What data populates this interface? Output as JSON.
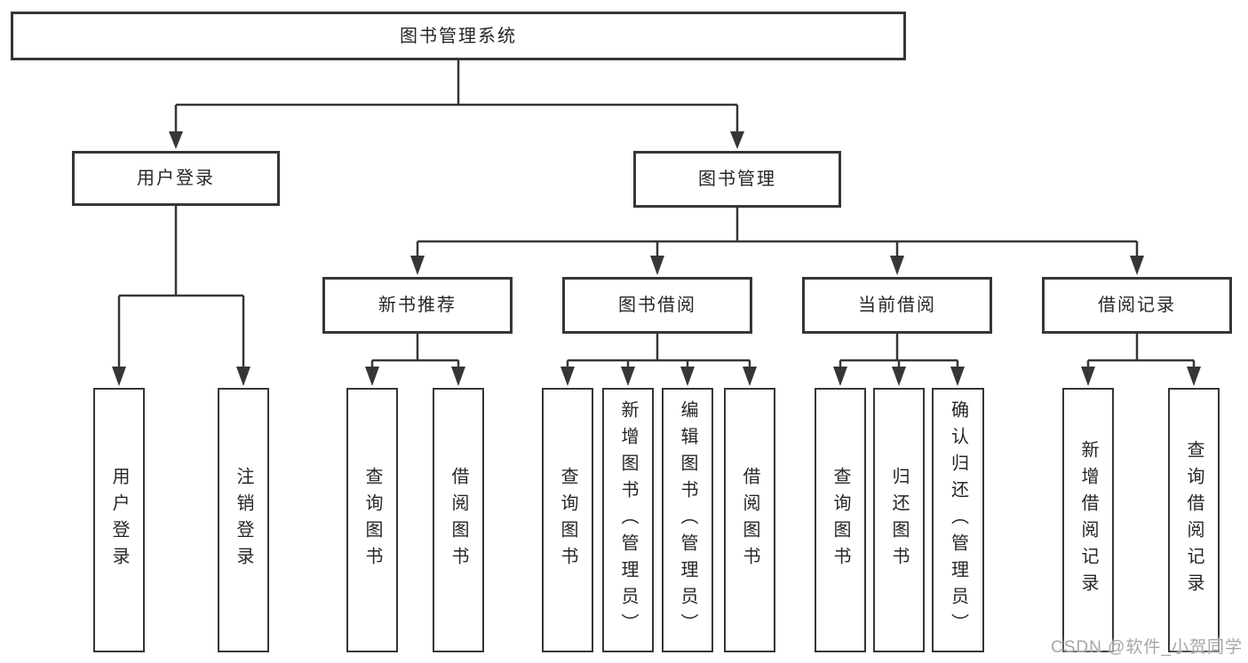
{
  "meta": {
    "background_color": "#ffffff",
    "line_color": "#363636",
    "box_border_color": "#363636",
    "text_color": "#262626",
    "watermark_color": "#a6a6a6"
  },
  "tree": {
    "root": {
      "label": "图书管理系统"
    },
    "branches": [
      {
        "label": "用户登录",
        "children": [
          {
            "label": "用户登录"
          },
          {
            "label": "注销登录"
          }
        ]
      },
      {
        "label": "图书管理",
        "children": [
          {
            "label": "新书推荐",
            "children": [
              {
                "label": "查询图书"
              },
              {
                "label": "借阅图书"
              }
            ]
          },
          {
            "label": "图书借阅",
            "children": [
              {
                "label": "查询图书"
              },
              {
                "label": "新增图书（管理员）"
              },
              {
                "label": "编辑图书（管理员）"
              },
              {
                "label": "借阅图书"
              }
            ]
          },
          {
            "label": "当前借阅",
            "children": [
              {
                "label": "查询图书"
              },
              {
                "label": "归还图书"
              },
              {
                "label": "确认归还（管理员）"
              }
            ]
          },
          {
            "label": "借阅记录",
            "children": [
              {
                "label": "新增借阅记录"
              },
              {
                "label": "查询借阅记录"
              }
            ]
          }
        ]
      }
    ]
  },
  "watermark": {
    "text": "CSDN @软件_小贺同学"
  }
}
